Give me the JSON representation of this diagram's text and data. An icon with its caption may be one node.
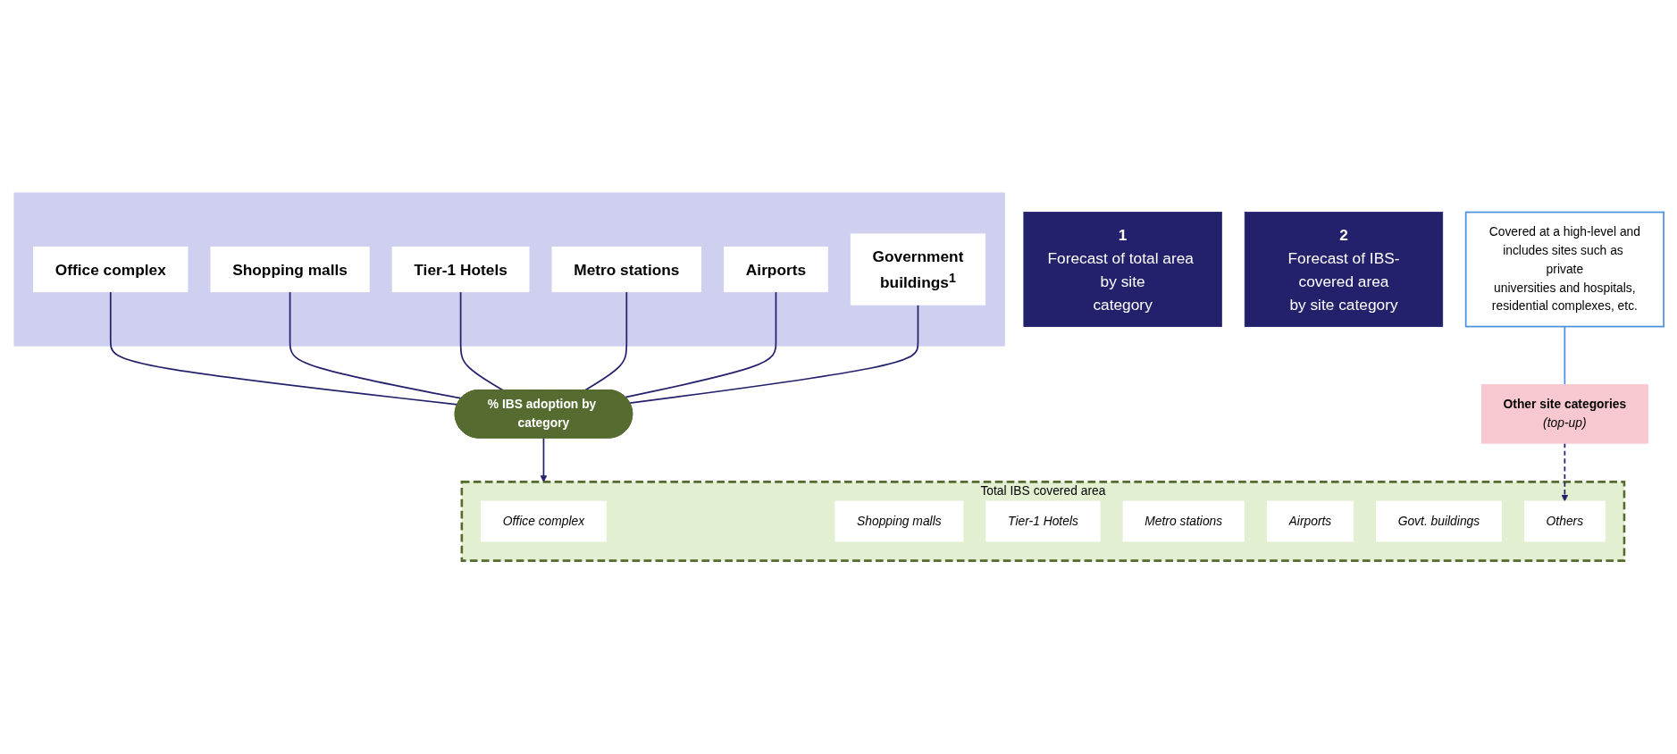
{
  "diagram": {
    "nodes": [
      {
        "text": [
          "1",
          "Forecast of total area by site category"
        ]
      },
      {
        "text": [],
        "shape": "box"
      },
      {
        "text": [
          "Office complex"
        ],
        "in": 1
      },
      {
        "text": [
          "Shopping malls"
        ],
        "in": 1
      },
      {
        "text": [
          "Tier-1 Hotels"
        ],
        "in": 1
      },
      {
        "text": [
          "Metro stations"
        ],
        "in": 1
      },
      {
        "text": [
          "Airports"
        ],
        "in": 1
      },
      {
        "text": [
          "Government buildings$^{1}$"
        ],
        "in": 1
      },
      {
        "text": [
          "% IBS adoption by category"
        ]
      },
      {
        "text": [
          "2",
          "Forecast of IBS-covered area by site category"
        ]
      },
      {
        "text": [
          "Total IBS covered area"
        ]
      },
      {
        "text": [
          "Office complex"
        ],
        "in": 10
      },
      {
        "text": [
          "Shopping malls"
        ],
        "in": 10
      },
      {
        "text": [
          "Tier-1 Hotels"
        ],
        "in": 10
      },
      {
        "text": [
          "Metro stations"
        ],
        "in": 10
      },
      {
        "text": [
          "Airports"
        ],
        "in": 10
      },
      {
        "text": [
          "Govt. buildings"
        ],
        "in": 10
      },
      {
        "text": [
          "Others"
        ],
        "in": 10
      },
      {
        "text": [
          "Other site categories",
          "(top-up)"
        ]
      },
      {
        "text": [
          "Covered at a high-level and includes sites such as private universities and hospitals, residential complexes, etc."
        ]
      }
    ],
    "edges": [
      {
        "from": 2,
        "to": 8,
        "arrow": "none"
      },
      {
        "from": 3,
        "to": 8,
        "arrow": "none"
      },
      {
        "from": 4,
        "to": 8,
        "arrow": "none"
      },
      {
        "from": 5,
        "to": 8,
        "arrow": "none"
      },
      {
        "from": 6,
        "to": 8,
        "arrow": "none"
      },
      {
        "from": 7,
        "to": 8,
        "arrow": "none"
      },
      {
        "from": 8,
        "to": 10,
        "arrow": "to"
      },
      {
        "from": 18,
        "to": 17,
        "arrow": "to",
        "style": "dashed"
      },
      {
        "from": 19,
        "to": 18,
        "arrow": "none",
        "color": "#4a90e2"
      }
    ]
  }
}
